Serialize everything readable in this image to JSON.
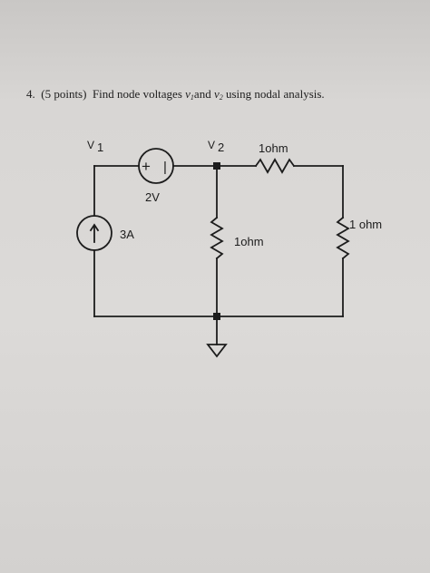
{
  "question": {
    "number": "4.",
    "points": "(5 points)",
    "prompt": "Find node voltages",
    "var_base": "v",
    "var1_sub": "1",
    "and_word": "and",
    "var2_sub": "2",
    "suffix": "using nodal analysis."
  },
  "circuit": {
    "node1_label_v": "V",
    "node1_label_sub": "1",
    "node2_label_v": "V",
    "node2_label_sub": "2",
    "voltage_source_label": "2V",
    "voltage_source_plus": "+",
    "voltage_source_minus": "|",
    "current_source_label": "3A",
    "resistor_top_label": "1ohm",
    "resistor_middle_label": "1ohm",
    "resistor_right_label": "1 ohm"
  }
}
